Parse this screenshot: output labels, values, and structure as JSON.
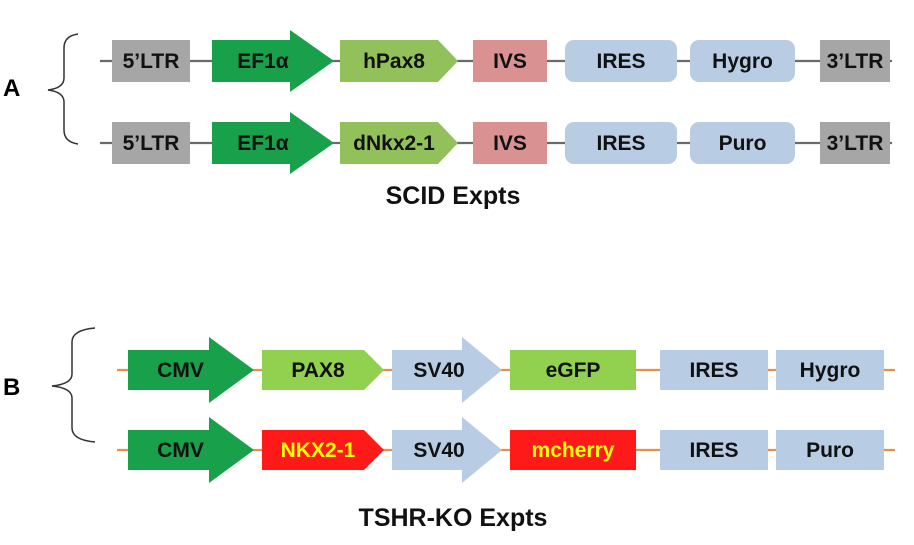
{
  "panels": [
    {
      "label": "A",
      "caption": "SCID Expts",
      "line_color": "#6a6a6a",
      "constructs": [
        [
          {
            "text": "5’LTR",
            "shape": "box",
            "color": "#a6a6a6",
            "text_color": "#111111"
          },
          {
            "text": "EF1α",
            "shape": "arrow",
            "color": "#19a04a",
            "text_color": "#111111"
          },
          {
            "text": "hPax8",
            "shape": "pentagon",
            "color": "#92c05a",
            "text_color": "#111111"
          },
          {
            "text": "IVS",
            "shape": "box",
            "color": "#d99191",
            "text_color": "#111111"
          },
          {
            "text": "IRES",
            "shape": "rounded",
            "color": "#b8cce4",
            "text_color": "#111111"
          },
          {
            "text": "Hygro",
            "shape": "rounded",
            "color": "#b8cce4",
            "text_color": "#111111"
          },
          {
            "text": "3’LTR",
            "shape": "box",
            "color": "#a6a6a6",
            "text_color": "#111111"
          }
        ],
        [
          {
            "text": "5’LTR",
            "shape": "box",
            "color": "#a6a6a6",
            "text_color": "#111111"
          },
          {
            "text": "EF1α",
            "shape": "arrow",
            "color": "#19a04a",
            "text_color": "#111111"
          },
          {
            "text": "dNkx2-1",
            "shape": "pentagon",
            "color": "#92c05a",
            "text_color": "#111111"
          },
          {
            "text": "IVS",
            "shape": "box",
            "color": "#d99191",
            "text_color": "#111111"
          },
          {
            "text": "IRES",
            "shape": "rounded",
            "color": "#b8cce4",
            "text_color": "#111111"
          },
          {
            "text": "Puro",
            "shape": "rounded",
            "color": "#b8cce4",
            "text_color": "#111111"
          },
          {
            "text": "3’LTR",
            "shape": "box",
            "color": "#a6a6a6",
            "text_color": "#111111"
          }
        ]
      ]
    },
    {
      "label": "B",
      "caption": "TSHR-KO Expts",
      "line_color": "#e8904a",
      "constructs": [
        [
          {
            "text": "CMV",
            "shape": "arrow",
            "color": "#19a04a",
            "text_color": "#111111"
          },
          {
            "text": "PAX8",
            "shape": "pentagon",
            "color": "#92d050",
            "text_color": "#111111"
          },
          {
            "text": "SV40",
            "shape": "arrow",
            "color": "#b8cce4",
            "text_color": "#111111"
          },
          {
            "text": "eGFP",
            "shape": "box",
            "color": "#92d050",
            "text_color": "#111111"
          },
          {
            "text": "IRES",
            "shape": "box",
            "color": "#b8cce4",
            "text_color": "#111111"
          },
          {
            "text": "Hygro",
            "shape": "box",
            "color": "#b8cce4",
            "text_color": "#111111"
          }
        ],
        [
          {
            "text": "CMV",
            "shape": "arrow",
            "color": "#19a04a",
            "text_color": "#111111"
          },
          {
            "text": "NKX2-1",
            "shape": "pentagon",
            "color": "#ff1a1a",
            "text_color": "#ffff00"
          },
          {
            "text": "SV40",
            "shape": "arrow",
            "color": "#b8cce4",
            "text_color": "#111111"
          },
          {
            "text": "mcherry",
            "shape": "box",
            "color": "#ff1a1a",
            "text_color": "#ffff00"
          },
          {
            "text": "IRES",
            "shape": "box",
            "color": "#b8cce4",
            "text_color": "#111111"
          },
          {
            "text": "Puro",
            "shape": "box",
            "color": "#b8cce4",
            "text_color": "#111111"
          }
        ]
      ]
    }
  ]
}
